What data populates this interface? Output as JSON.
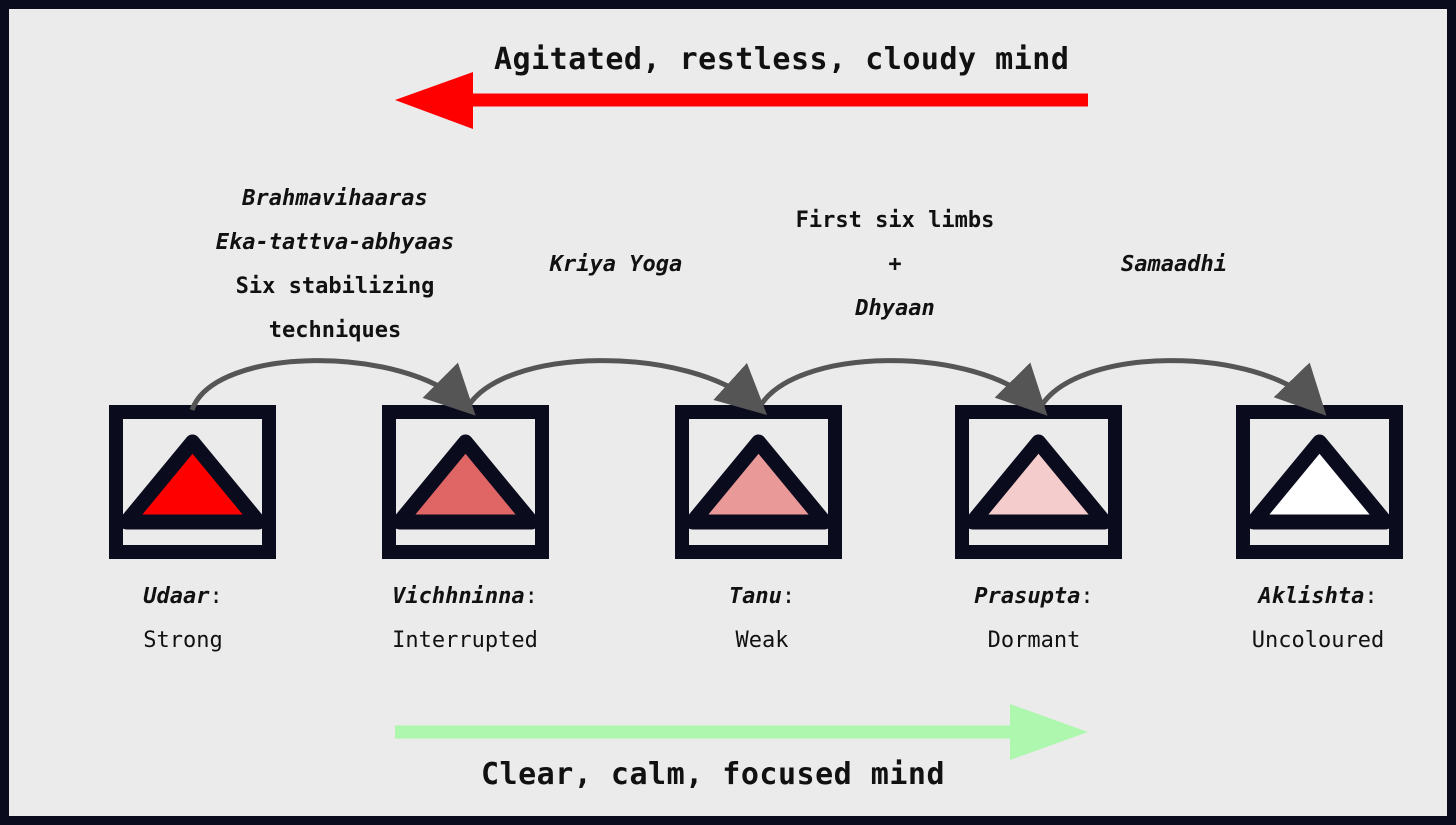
{
  "top_heading": "Agitated, restless, cloudy mind",
  "bottom_heading": "Clear, calm, focused mind",
  "colors": {
    "background": "#ebebeb",
    "frame": "#0b0b1e",
    "red_arrow": "#ff0000",
    "green_arrow": "#aef7ae",
    "curved_arrow": "#555555"
  },
  "techniques": [
    {
      "lines": [
        "Brahmavihaaras",
        "Eka-tattva-abhyaas",
        "Six stabilizing",
        "techniques"
      ]
    },
    {
      "lines": [
        "Kriya Yoga"
      ]
    },
    {
      "lines": [
        "First six limbs",
        "+",
        "Dhyaan"
      ]
    },
    {
      "lines": [
        "Samaadhi"
      ]
    }
  ],
  "states": [
    {
      "name": "Udaar",
      "sep": ":",
      "meaning": "Strong",
      "fill": "#ff0000"
    },
    {
      "name": "Vichhninna",
      "sep": ":",
      "meaning": "Interrupted",
      "fill": "#e06666"
    },
    {
      "name": "Tanu",
      "sep": ":",
      "meaning": "Weak",
      "fill": "#ea9999"
    },
    {
      "name": "Prasupta",
      "sep": ":",
      "meaning": "Dormant",
      "fill": "#f4cccc"
    },
    {
      "name": "Aklishta",
      "sep": ":",
      "meaning": "Uncoloured",
      "fill": "#ffffff"
    }
  ]
}
